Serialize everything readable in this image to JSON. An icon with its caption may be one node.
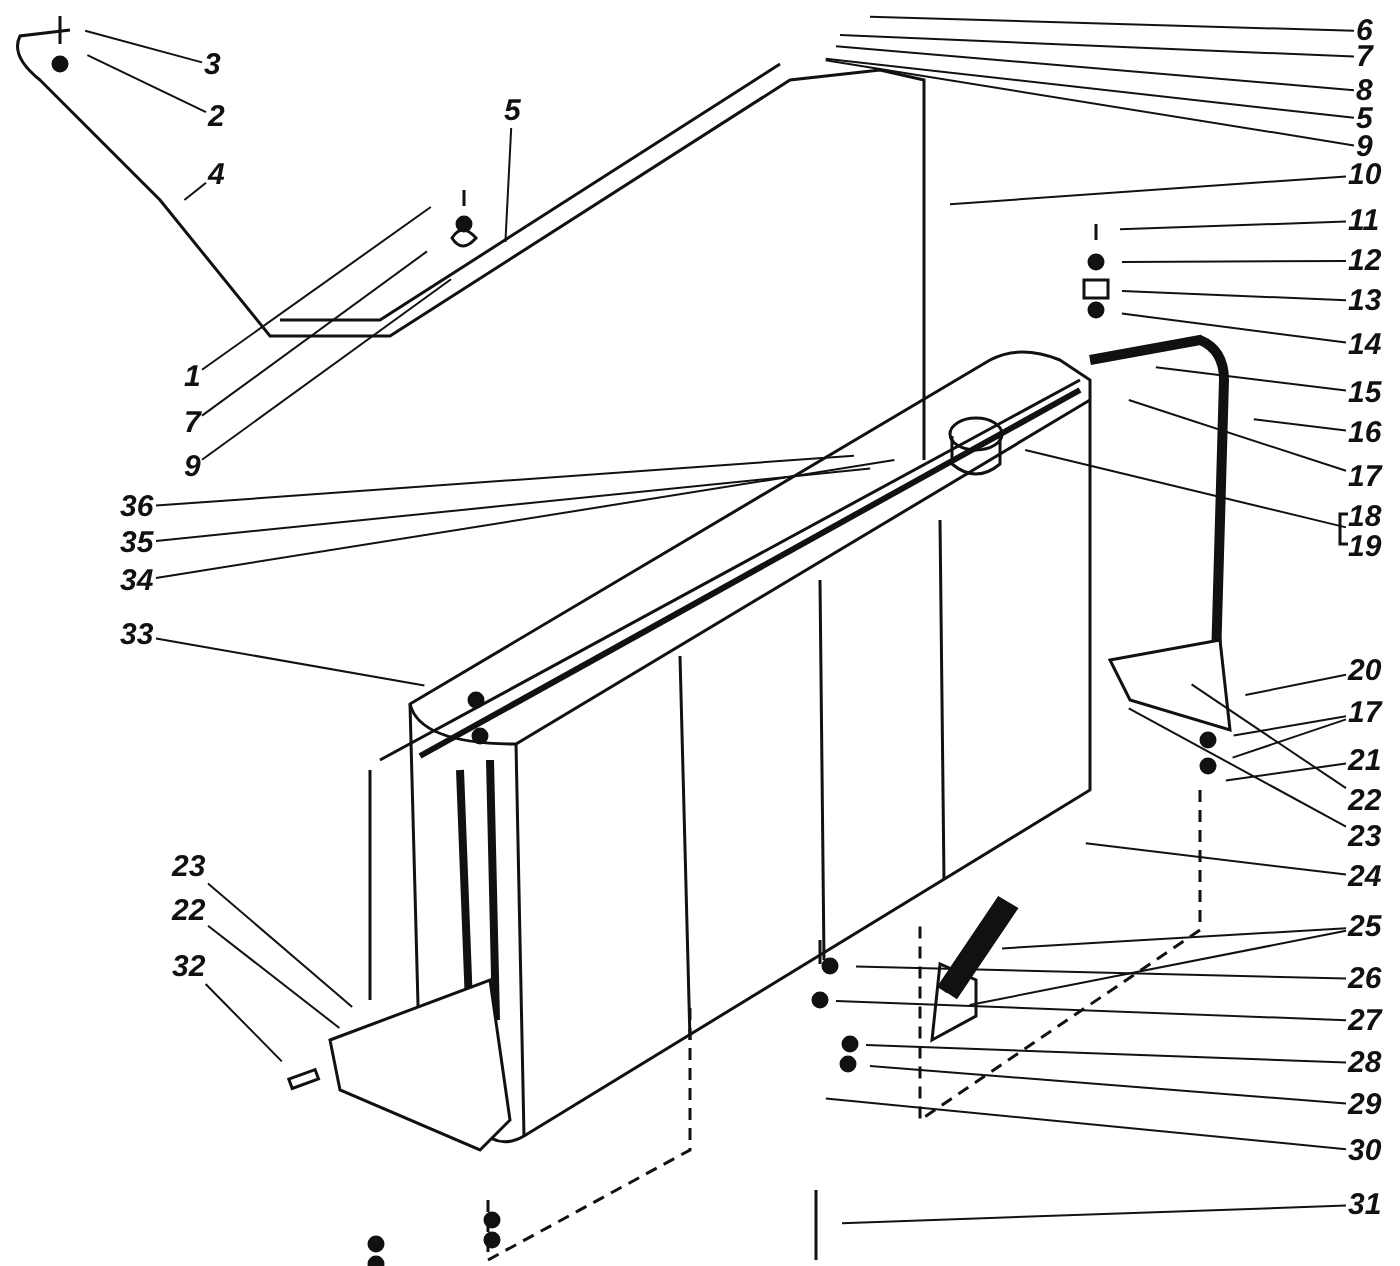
{
  "diagram": {
    "nodes": [
      {
        "text": [
          "3"
        ]
      },
      {
        "text": [
          "2"
        ]
      },
      {
        "text": [
          "4"
        ]
      },
      {
        "text": [
          "5"
        ]
      },
      {
        "text": [
          "1"
        ]
      },
      {
        "text": [
          "7"
        ]
      },
      {
        "text": [
          "9"
        ]
      },
      {
        "text": [
          "6"
        ]
      },
      {
        "text": [
          "7"
        ]
      },
      {
        "text": [
          "8"
        ]
      },
      {
        "text": [
          "5"
        ]
      },
      {
        "text": [
          "9"
        ]
      },
      {
        "text": [
          "10"
        ]
      },
      {
        "text": [
          "11"
        ]
      },
      {
        "text": [
          "12"
        ]
      },
      {
        "text": [
          "13"
        ]
      },
      {
        "text": [
          "14"
        ]
      },
      {
        "text": [
          "15"
        ]
      },
      {
        "text": [
          "16"
        ]
      },
      {
        "text": [
          "17"
        ]
      },
      {
        "text": [
          "18",
          "19"
        ]
      },
      {
        "text": [
          "36"
        ]
      },
      {
        "text": [
          "35"
        ]
      },
      {
        "text": [
          "34"
        ]
      },
      {
        "text": [
          "33"
        ]
      },
      {
        "text": [
          "20"
        ]
      },
      {
        "text": [
          "17"
        ]
      },
      {
        "text": [
          "21"
        ]
      },
      {
        "text": [
          "22"
        ]
      },
      {
        "text": [
          "23"
        ]
      },
      {
        "text": [
          "24"
        ]
      },
      {
        "text": [
          "25"
        ]
      },
      {
        "text": [
          "26"
        ]
      },
      {
        "text": [
          "27"
        ]
      },
      {
        "text": [
          "28"
        ]
      },
      {
        "text": [
          "29"
        ]
      },
      {
        "text": [
          "30"
        ]
      },
      {
        "text": [
          "31"
        ]
      },
      {
        "text": [
          "23"
        ]
      },
      {
        "text": [
          "22"
        ]
      },
      {
        "text": [
          "32"
        ]
      }
    ],
    "edges": [
      {
        "from": 0,
        "to": null,
        "arrow": "none"
      },
      {
        "from": 1,
        "to": null,
        "arrow": "none"
      },
      {
        "from": 2,
        "to": null,
        "arrow": "none"
      },
      {
        "from": 3,
        "to": null,
        "arrow": "none"
      },
      {
        "from": 4,
        "to": null,
        "arrow": "none"
      },
      {
        "from": 5,
        "to": null,
        "arrow": "none"
      },
      {
        "from": 6,
        "to": null,
        "arrow": "none"
      },
      {
        "from": 7,
        "to": null,
        "arrow": "none"
      },
      {
        "from": 8,
        "to": null,
        "arrow": "none"
      },
      {
        "from": 9,
        "to": null,
        "arrow": "none"
      },
      {
        "from": 10,
        "to": null,
        "arrow": "none"
      },
      {
        "from": 11,
        "to": null,
        "arrow": "none"
      },
      {
        "from": 12,
        "to": null,
        "arrow": "none"
      },
      {
        "from": 13,
        "to": null,
        "arrow": "none"
      },
      {
        "from": 14,
        "to": null,
        "arrow": "none"
      },
      {
        "from": 15,
        "to": null,
        "arrow": "none"
      },
      {
        "from": 16,
        "to": null,
        "arrow": "none"
      },
      {
        "from": 17,
        "to": null,
        "arrow": "none"
      },
      {
        "from": 18,
        "to": null,
        "arrow": "none"
      },
      {
        "from": 19,
        "to": null,
        "arrow": "none"
      },
      {
        "from": 20,
        "to": null,
        "arrow": "none"
      },
      {
        "from": 21,
        "to": null,
        "arrow": "none"
      },
      {
        "from": 22,
        "to": null,
        "arrow": "none"
      },
      {
        "from": 23,
        "to": null,
        "arrow": "none"
      },
      {
        "from": 24,
        "to": null,
        "arrow": "none"
      },
      {
        "from": 25,
        "to": null,
        "arrow": "none"
      },
      {
        "from": 26,
        "to": null,
        "arrow": "none"
      },
      {
        "from": 26,
        "to": null,
        "arrow": "none"
      },
      {
        "from": 27,
        "to": null,
        "arrow": "none"
      },
      {
        "from": 28,
        "to": null,
        "arrow": "none"
      },
      {
        "from": 29,
        "to": null,
        "arrow": "none"
      },
      {
        "from": 30,
        "to": null,
        "arrow": "none"
      },
      {
        "from": 31,
        "to": null,
        "arrow": "none"
      },
      {
        "from": 31,
        "to": null,
        "arrow": "none"
      },
      {
        "from": 32,
        "to": null,
        "arrow": "none"
      },
      {
        "from": 33,
        "to": null,
        "arrow": "none"
      },
      {
        "from": 34,
        "to": null,
        "arrow": "none"
      },
      {
        "from": 35,
        "to": null,
        "arrow": "none"
      },
      {
        "from": 36,
        "to": null,
        "arrow": "none"
      },
      {
        "from": 37,
        "to": null,
        "arrow": "none"
      },
      {
        "from": 38,
        "to": null,
        "arrow": "none"
      },
      {
        "from": 39,
        "to": null,
        "arrow": "none"
      },
      {
        "from": 40,
        "to": null,
        "arrow": "none"
      }
    ]
  }
}
